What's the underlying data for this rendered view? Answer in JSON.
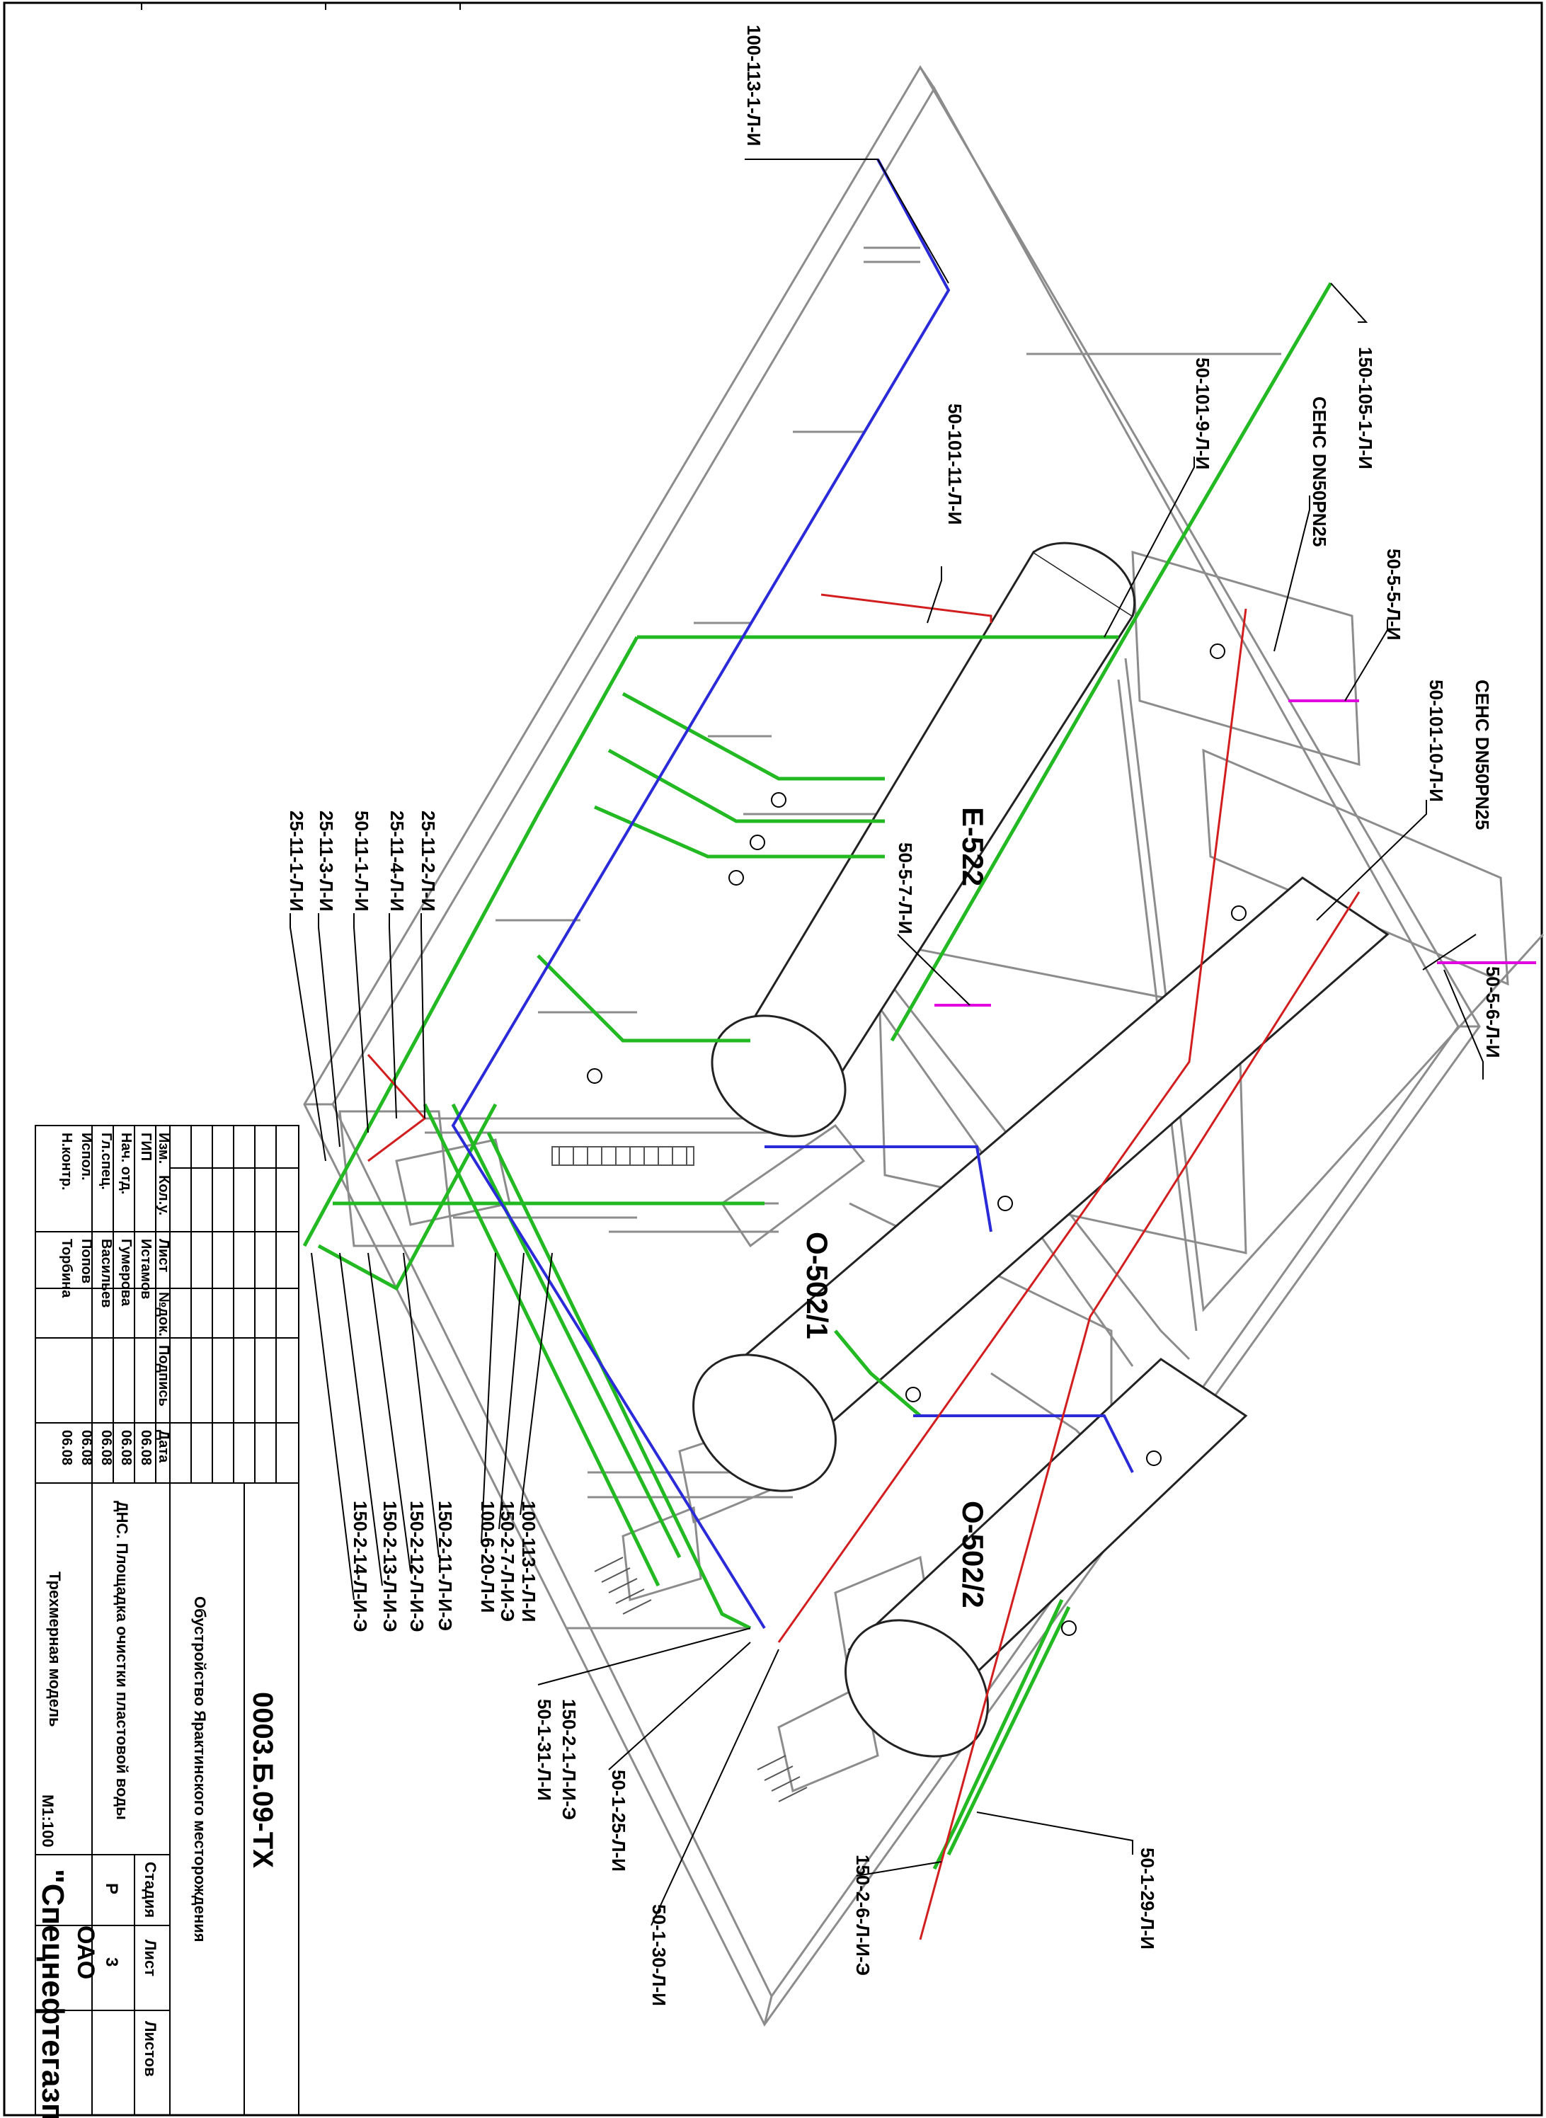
{
  "vessels": [
    {
      "tag": "Е-522"
    },
    {
      "tag": "О-502/1"
    },
    {
      "tag": "О-502/2"
    }
  ],
  "callouts": [
    "100-113-1-Л-И",
    "150-105-1-Л-И",
    "50-101-9-Л-И",
    "СЕНС DN50PN25",
    "50-5-5-Л-И",
    "50-101-11-Л-И",
    "50-101-10-Л-И",
    "СЕНС DN50PN25",
    "50-5-7-Л-И",
    "50-5-6-Л-И",
    "25-11-2-Л-И",
    "25-11-4-Л-И",
    "50-11-1-Л-И",
    "25-11-3-Л-И",
    "25-11-1-Л-И",
    "100-113-1-Л-И",
    "150-2-7-Л-И-Э",
    "100-6-20-Л-И",
    "150-2-11-Л-И-Э",
    "150-2-12-Л-И-Э",
    "150-2-13-Л-И-Э",
    "150-2-14-Л-И-Э",
    "150-2-1-Л-И-Э",
    "50-1-31-Л-И",
    "50-1-25-Л-И",
    "50-1-30-Л-И",
    "150-2-6-Л-И-Э",
    "50-1-29-Л-И"
  ],
  "title_block": {
    "doc_code": "0003.Б.09-ТХ",
    "project": "Обустройство Ярактинского месторождения",
    "object": "ДНС. Площадка очистки пластовой воды",
    "sheet_title": "Трехмерная модель",
    "scale": "М1:100",
    "org_line1": "ОАО",
    "org_line2": "\"Спецнефтегазпроект\"",
    "head": {
      "stage": "Стадия",
      "sheet": "Лист",
      "sheets": "Листов"
    },
    "values": {
      "stage": "Р",
      "sheet": "3",
      "sheets": ""
    },
    "rev_headers": [
      "Изм.",
      "Кол.у.",
      "Лист",
      "№док.",
      "Подпись",
      "Дата"
    ],
    "signatures": [
      {
        "role": "ГИП",
        "name": "Истамов",
        "date": "06.08"
      },
      {
        "role": "Нач. отд.",
        "name": "Гумерова",
        "date": "06.08"
      },
      {
        "role": "Гл.спец.",
        "name": "Васильев",
        "date": "06.08"
      },
      {
        "role": "Испол.",
        "name": "Попов",
        "date": "06.08"
      },
      {
        "role": "Н.контр.",
        "name": "Торбина",
        "date": "06.08"
      }
    ]
  },
  "colors": {
    "water_line": "#22b922",
    "drain_line": "#2a2ad8",
    "relief_line": "#d21e1e",
    "instrument_line": "#e000e0",
    "structure": "#8c8c8c",
    "frame": "#000000"
  }
}
